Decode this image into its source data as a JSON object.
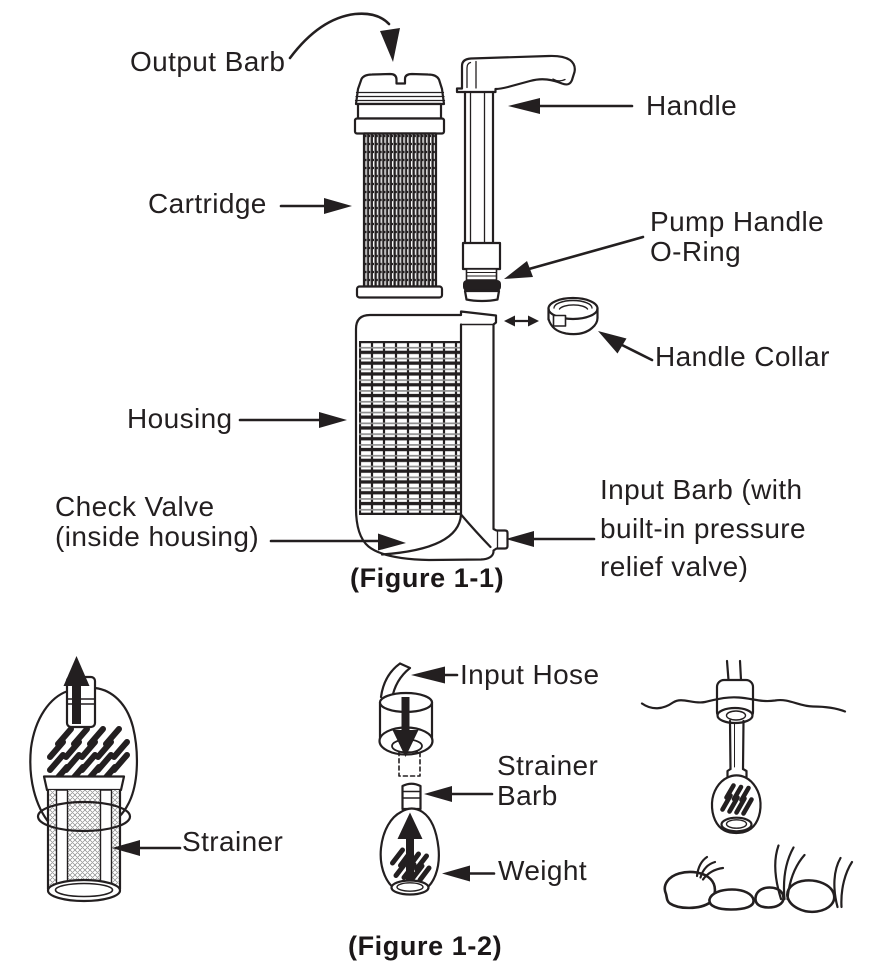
{
  "page": {
    "background": "#ffffff",
    "ink": "#231f20",
    "shade": "#9a9a9a"
  },
  "figure_1_1": {
    "caption": "(Figure 1-1)",
    "labels": {
      "output_barb": "Output Barb",
      "cartridge": "Cartridge",
      "handle": "Handle",
      "pump_handle_oring_l1": "Pump Handle",
      "pump_handle_oring_l2": "O-Ring",
      "handle_collar": "Handle Collar",
      "housing": "Housing",
      "check_valve_l1": "Check Valve",
      "check_valve_l2": "(inside housing)",
      "input_barb_l1": "Input Barb (with",
      "input_barb_l2": "built-in pressure",
      "input_barb_l3": "relief valve)"
    }
  },
  "figure_1_2": {
    "caption": "(Figure 1-2)",
    "labels": {
      "strainer": "Strainer",
      "input_hose": "Input Hose",
      "strainer_barb_l1": "Strainer",
      "strainer_barb_l2": "Barb",
      "weight": "Weight"
    }
  }
}
